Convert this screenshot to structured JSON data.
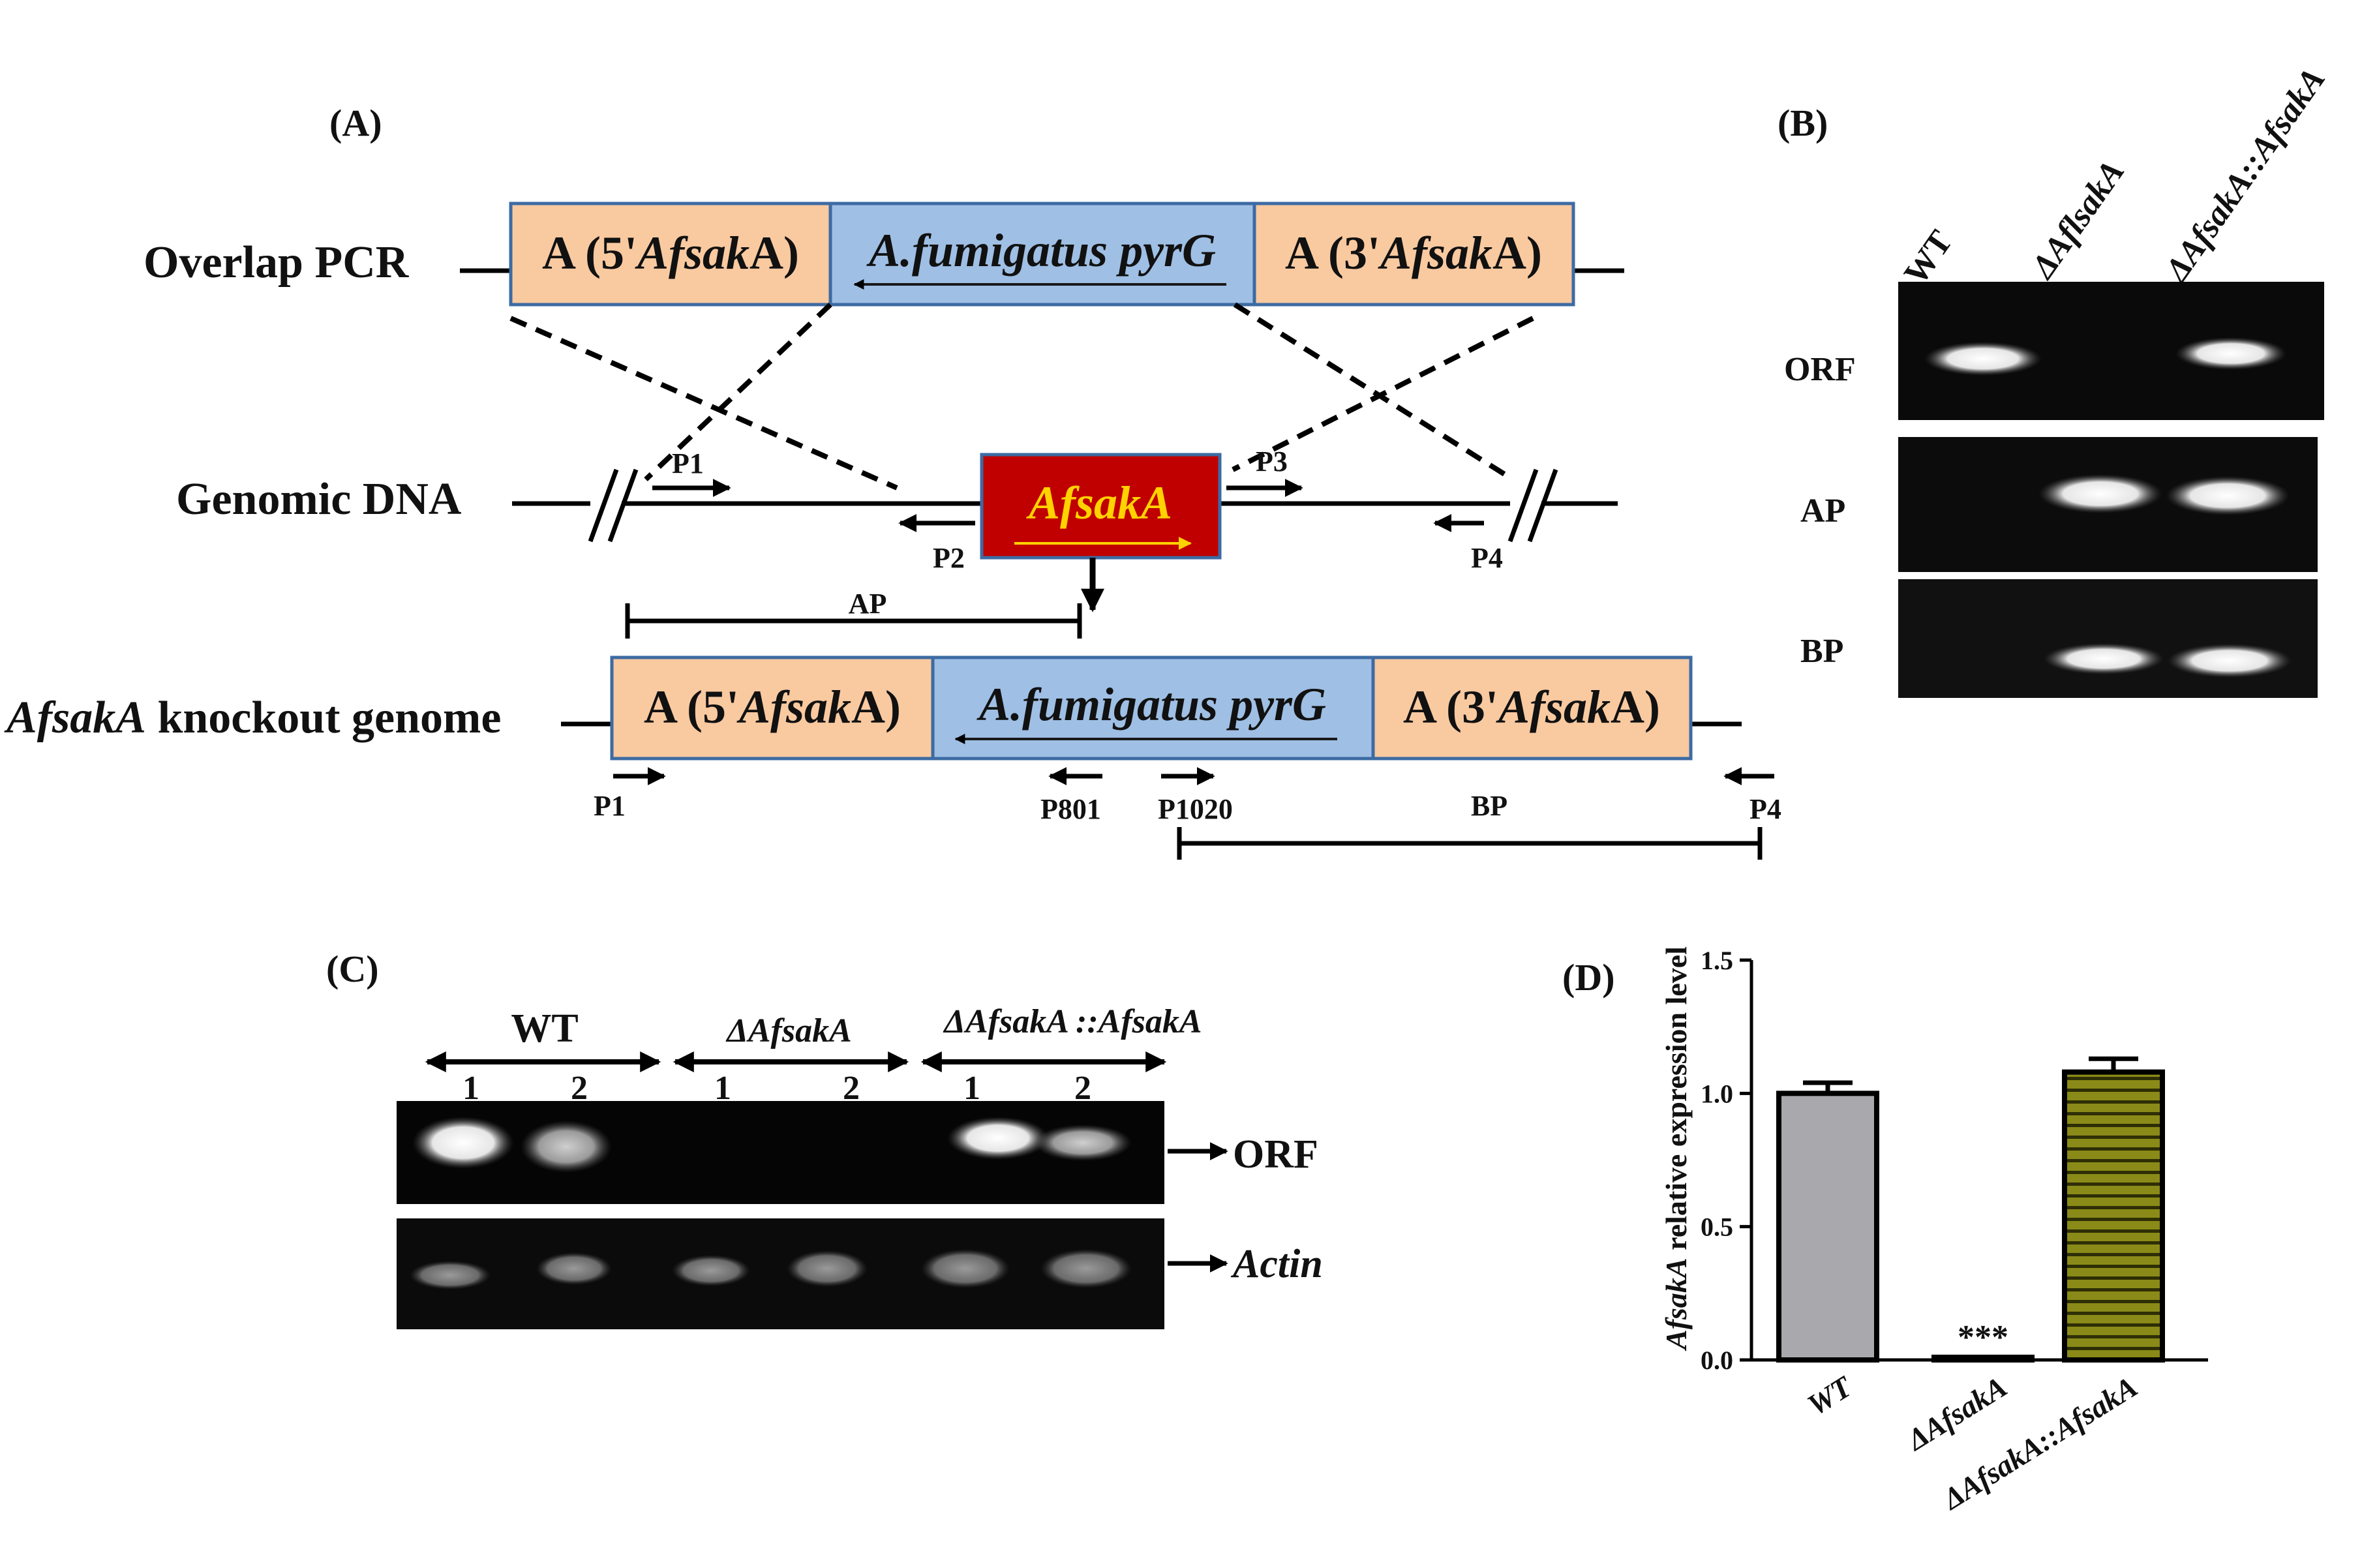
{
  "panels": {
    "A": "(A)",
    "B": "(B)",
    "C": "(C)",
    "D": "(D)"
  },
  "panel_a": {
    "row_overlap": "Overlap PCR",
    "row_genomic": "Genomic DNA",
    "row_knockout_gene": "AfsakA",
    "row_knockout_rest": " knockout  genome",
    "flank_prefix": "A (",
    "flank5_mid": "5'",
    "flank3_mid": "3'",
    "flank_gene": "Afsak",
    "flank_suffix": "A)",
    "marker": "A.fumigatus pyrG",
    "gene": "AfsakA",
    "primers": {
      "p1": "P1",
      "p2": "P2",
      "p3": "P3",
      "p4": "P4",
      "p801": "P801",
      "p1020": "P1020"
    },
    "amplicon_ap": "AP",
    "amplicon_bp": "BP"
  },
  "panel_b": {
    "lanes": [
      "WT",
      "ΔAflsakA",
      "ΔAfsakA::AfsakA"
    ],
    "rows": [
      "ORF",
      "AP",
      "BP"
    ]
  },
  "panel_c": {
    "groups": [
      "WT",
      "ΔAfsakA",
      "ΔAfsakA ::AfsakA"
    ],
    "lane_numbers": [
      "1",
      "2",
      "1",
      "2",
      "1",
      "2"
    ],
    "row_orf": "ORF",
    "row_actin": "Actin"
  },
  "chart_data": {
    "type": "bar",
    "categories": [
      "WT",
      "ΔAfsakA",
      "ΔAfsakA::AfsakA"
    ],
    "values": [
      1.0,
      0.01,
      1.08
    ],
    "errors": [
      0.04,
      0.0,
      0.05
    ],
    "ylabel_italic": "AfsakA",
    "ylabel_rest": " relative expression level",
    "ylim": [
      0,
      1.5
    ],
    "yticks": [
      "0.0",
      "0.5",
      "1.0",
      "1.5"
    ],
    "annotation": "***",
    "bar_fills": [
      "#a9a9ad",
      "#ffffff",
      "#8a8a18"
    ],
    "bar_patterns": [
      "solid",
      "none",
      "horizontal-stripes"
    ]
  }
}
